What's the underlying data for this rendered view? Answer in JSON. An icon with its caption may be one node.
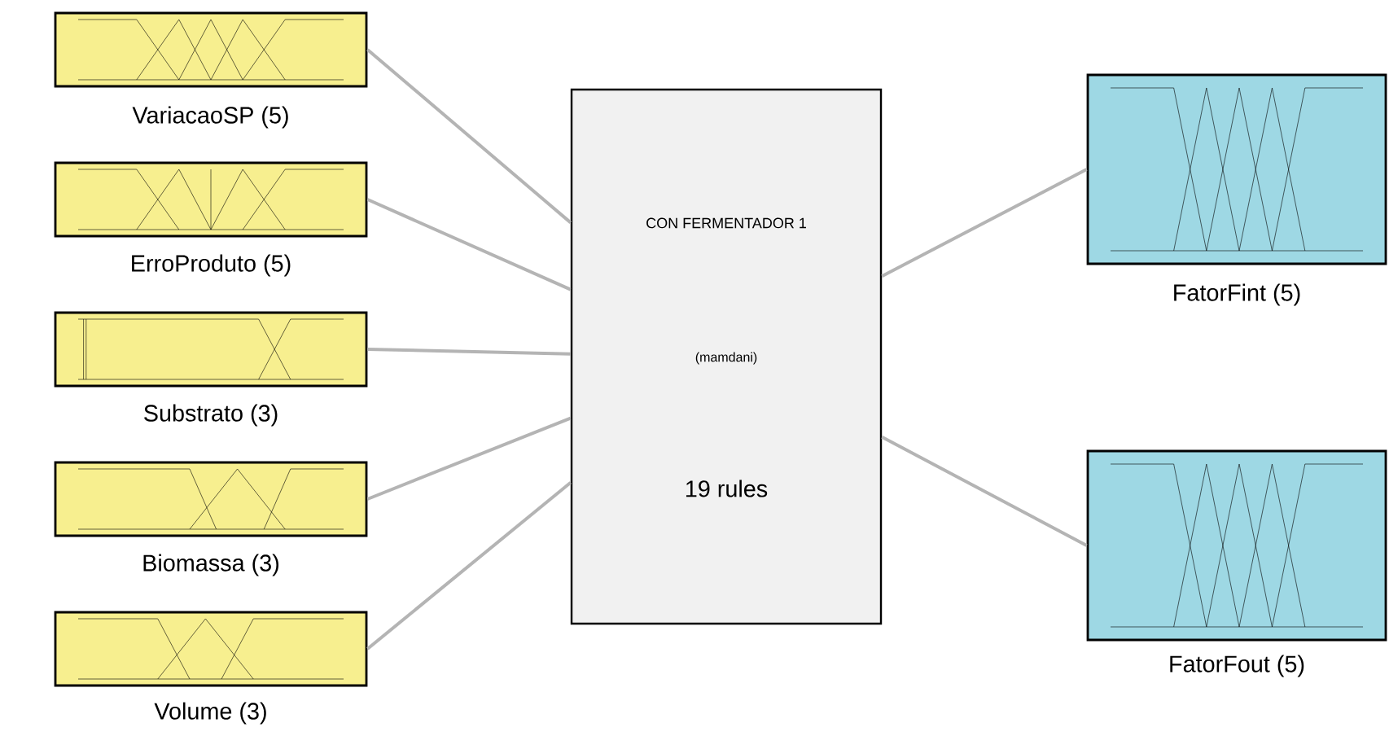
{
  "diagram": {
    "nodes": [
      {
        "text": [
          "VariacaoSP (5)"
        ]
      },
      {
        "text": [
          "ErroProduto (5)"
        ]
      },
      {
        "text": [
          "Substrato (3)"
        ]
      },
      {
        "text": [
          "Biomassa (3)"
        ]
      },
      {
        "text": [
          "Volume (3)"
        ]
      },
      {
        "text": [
          "CON FERMENTADOR 1",
          "(mamdani)",
          "19 rules"
        ]
      },
      {
        "text": [
          "FatorFint (5)"
        ]
      },
      {
        "text": [
          "FatorFout (5)"
        ]
      }
    ],
    "edges": [
      {
        "from": 0,
        "to": 5,
        "arrow": "none"
      },
      {
        "from": 1,
        "to": 5,
        "arrow": "none"
      },
      {
        "from": 2,
        "to": 5,
        "arrow": "none"
      },
      {
        "from": 3,
        "to": 5,
        "arrow": "none"
      },
      {
        "from": 4,
        "to": 5,
        "arrow": "none"
      },
      {
        "from": 5,
        "to": 6,
        "arrow": "none"
      },
      {
        "from": 5,
        "to": 7,
        "arrow": "none"
      }
    ]
  }
}
